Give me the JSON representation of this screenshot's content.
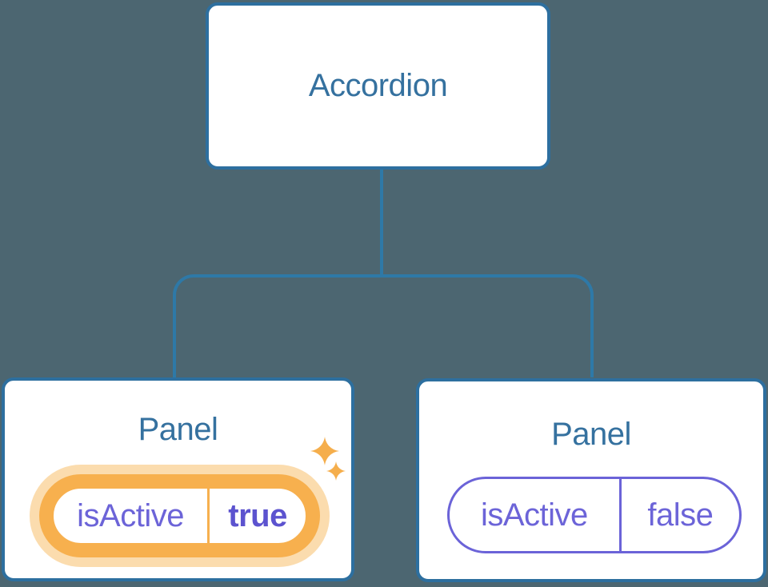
{
  "tree": {
    "root": {
      "label": "Accordion"
    },
    "panels": [
      {
        "title": "Panel",
        "state": {
          "key": "isActive",
          "value": "true"
        },
        "highlighted": true
      },
      {
        "title": "Panel",
        "state": {
          "key": "isActive",
          "value": "false"
        },
        "highlighted": false
      }
    ]
  },
  "icons": {
    "highlight_large": "sparkle-icon",
    "highlight_small": "sparkle-icon"
  },
  "colors": {
    "background": "#4c6671",
    "node_border": "#2d6f9f",
    "node_bg": "#ffffff",
    "heading_text": "#35719f",
    "connector_line": "#2e79a7",
    "state_text": "#6c64d8",
    "state_value_active": "#5c53cf",
    "pill_border_inactive": "#6b63d8",
    "pill_border_active": "#f7b04e",
    "pill_glow": "#fbdcae",
    "sparkle": "#f5ae4c"
  }
}
